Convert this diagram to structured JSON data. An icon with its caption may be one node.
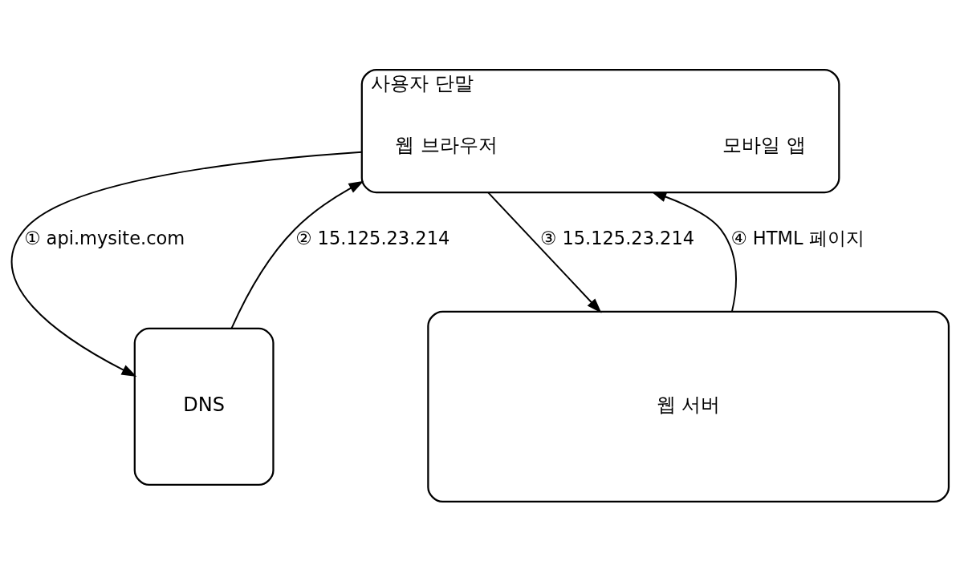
{
  "diagram": {
    "nodes": [
      {
        "text": [
          "사용자 단말"
        ]
      },
      {
        "text": [
          "웹 브라우저"
        ],
        "in": 0
      },
      {
        "text": [
          "모바일 앱"
        ],
        "in": 0
      },
      {
        "text": [
          "DNS"
        ]
      },
      {
        "text": [
          "웹 서버"
        ]
      }
    ],
    "edges": [
      {
        "from": 0,
        "to": 3,
        "arrow": "to",
        "label": "① api.mysite.com"
      },
      {
        "from": 3,
        "to": 0,
        "arrow": "to",
        "label": "② 15.125.23.214"
      },
      {
        "from": 0,
        "to": 4,
        "arrow": "to",
        "label": "③ 15.125.23.214"
      },
      {
        "from": 4,
        "to": 0,
        "arrow": "to",
        "label": "④ HTML 페이지"
      }
    ]
  }
}
